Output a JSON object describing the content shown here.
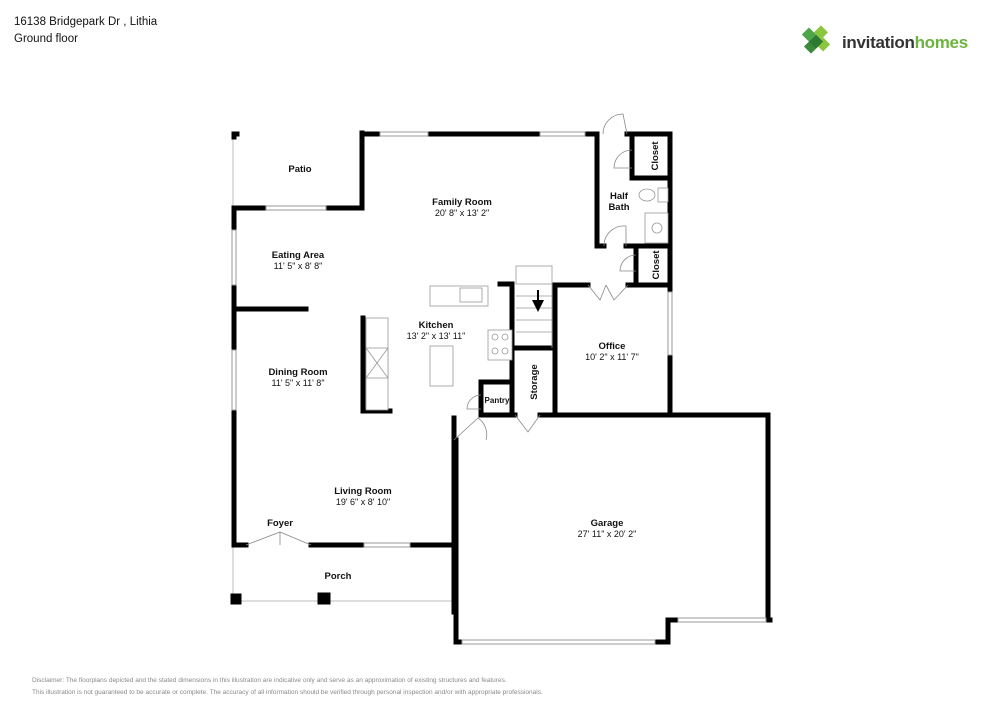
{
  "header": {
    "address": "16138 Bridgepark Dr , Lithia",
    "floor": "Ground floor"
  },
  "logo": {
    "icon": "clover-diamond-logo-icon",
    "word1": "invitation",
    "word2": "homes",
    "colors": {
      "dark_green": "#3a8a3a",
      "light_green": "#8cc63f",
      "text_dark": "#333333",
      "text_green": "#6cb33f"
    }
  },
  "rooms": {
    "patio": {
      "name": "Patio"
    },
    "family_room": {
      "name": "Family Room",
      "dims": "20' 8\" x 13' 2\""
    },
    "half_bath": {
      "name_line1": "Half",
      "name_line2": "Bath"
    },
    "closet_top": {
      "name": "Closet"
    },
    "closet_mid": {
      "name": "Closet"
    },
    "eating_area": {
      "name": "Eating Area",
      "dims": "11' 5\" x 8' 8\""
    },
    "kitchen": {
      "name": "Kitchen",
      "dims": "13' 2\" x 13' 11\""
    },
    "office": {
      "name": "Office",
      "dims": "10' 2\" x 11' 7\""
    },
    "dining_room": {
      "name": "Dining Room",
      "dims": "11' 5\" x 11' 8\""
    },
    "storage": {
      "name": "Storage"
    },
    "pantry": {
      "name": "Pantry"
    },
    "living_room": {
      "name": "Living Room",
      "dims": "19' 6\" x 8' 10\""
    },
    "foyer": {
      "name": "Foyer"
    },
    "porch": {
      "name": "Porch"
    },
    "garage": {
      "name": "Garage",
      "dims": "27' 11\" x 20' 2\""
    }
  },
  "disclaimer": {
    "line1": "Disclaimer: The floorplans depicted and the stated dimensions in this illustration are indicative only and serve as an approximation of existing structures and features.",
    "line2": "This illustration is not guaranteed to be accurate or complete. The accuracy of all information should be verified through personal inspection and/or with appropriate professionals."
  }
}
